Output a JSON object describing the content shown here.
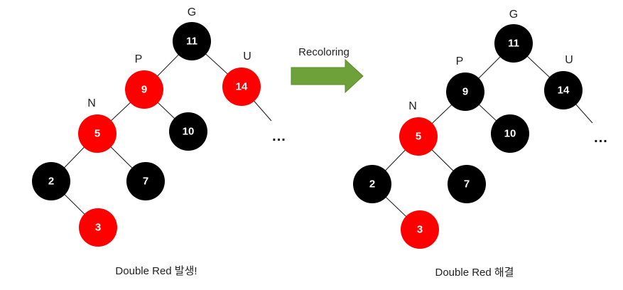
{
  "colors": {
    "red": "#ff0000",
    "black": "#000000",
    "arrow": "#6fa13a"
  },
  "arrow_label": "Recoloring",
  "trees": [
    {
      "caption": "Double Red 발생!",
      "continuation": "...",
      "nodes": [
        {
          "id": "11",
          "label": "11",
          "color": "black",
          "tag": "G"
        },
        {
          "id": "9",
          "label": "9",
          "color": "red",
          "tag": "P"
        },
        {
          "id": "14",
          "label": "14",
          "color": "red",
          "tag": "U"
        },
        {
          "id": "5",
          "label": "5",
          "color": "red",
          "tag": "N"
        },
        {
          "id": "10",
          "label": "10",
          "color": "black"
        },
        {
          "id": "2",
          "label": "2",
          "color": "black"
        },
        {
          "id": "7",
          "label": "7",
          "color": "black"
        },
        {
          "id": "3",
          "label": "3",
          "color": "red"
        }
      ],
      "edges": [
        [
          "11",
          "9"
        ],
        [
          "11",
          "14"
        ],
        [
          "9",
          "5"
        ],
        [
          "9",
          "10"
        ],
        [
          "5",
          "2"
        ],
        [
          "5",
          "7"
        ],
        [
          "2",
          "3"
        ],
        [
          "14",
          "..."
        ]
      ]
    },
    {
      "caption": "Double Red 해결",
      "continuation": "...",
      "nodes": [
        {
          "id": "11",
          "label": "11",
          "color": "black",
          "tag": "G"
        },
        {
          "id": "9",
          "label": "9",
          "color": "black",
          "tag": "P"
        },
        {
          "id": "14",
          "label": "14",
          "color": "black",
          "tag": "U"
        },
        {
          "id": "5",
          "label": "5",
          "color": "red",
          "tag": "N"
        },
        {
          "id": "10",
          "label": "10",
          "color": "black"
        },
        {
          "id": "2",
          "label": "2",
          "color": "black"
        },
        {
          "id": "7",
          "label": "7",
          "color": "black"
        },
        {
          "id": "3",
          "label": "3",
          "color": "red"
        }
      ],
      "edges": [
        [
          "11",
          "9"
        ],
        [
          "11",
          "14"
        ],
        [
          "9",
          "5"
        ],
        [
          "9",
          "10"
        ],
        [
          "5",
          "2"
        ],
        [
          "5",
          "7"
        ],
        [
          "2",
          "3"
        ],
        [
          "14",
          "..."
        ]
      ]
    }
  ]
}
